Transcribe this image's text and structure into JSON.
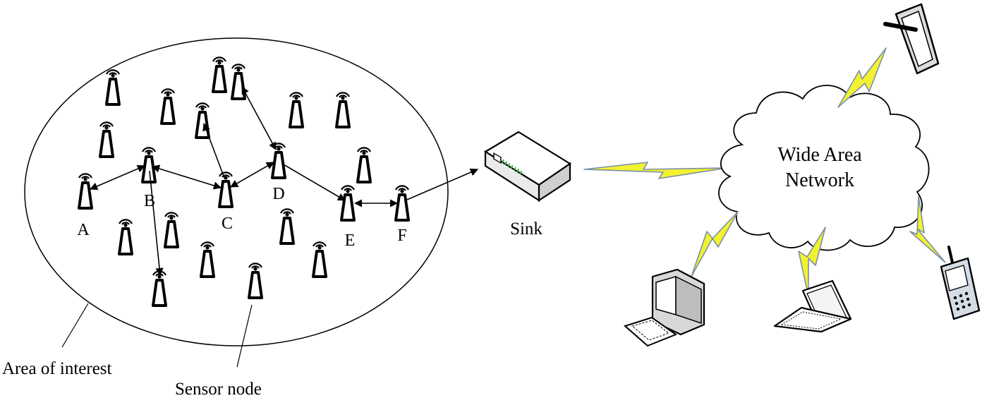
{
  "diagram": {
    "area_label": "Area of interest",
    "sensor_label": "Sensor node",
    "sink_label": "Sink",
    "wan_line1": "Wide Area",
    "wan_line2": "Network",
    "path_nodes": [
      "A",
      "B",
      "C",
      "D",
      "E",
      "F"
    ]
  },
  "colors": {
    "lightning_fill": "#f2f230",
    "lightning_stroke": "#7a8fa8",
    "line": "#000000",
    "sink_led": "#3aa83a"
  },
  "icons": [
    "sensor-node-icon",
    "sink-router-icon",
    "cloud-icon",
    "lightning-icon",
    "tablet-icon",
    "desktop-computer-icon",
    "laptop-icon",
    "mobile-phone-icon"
  ]
}
